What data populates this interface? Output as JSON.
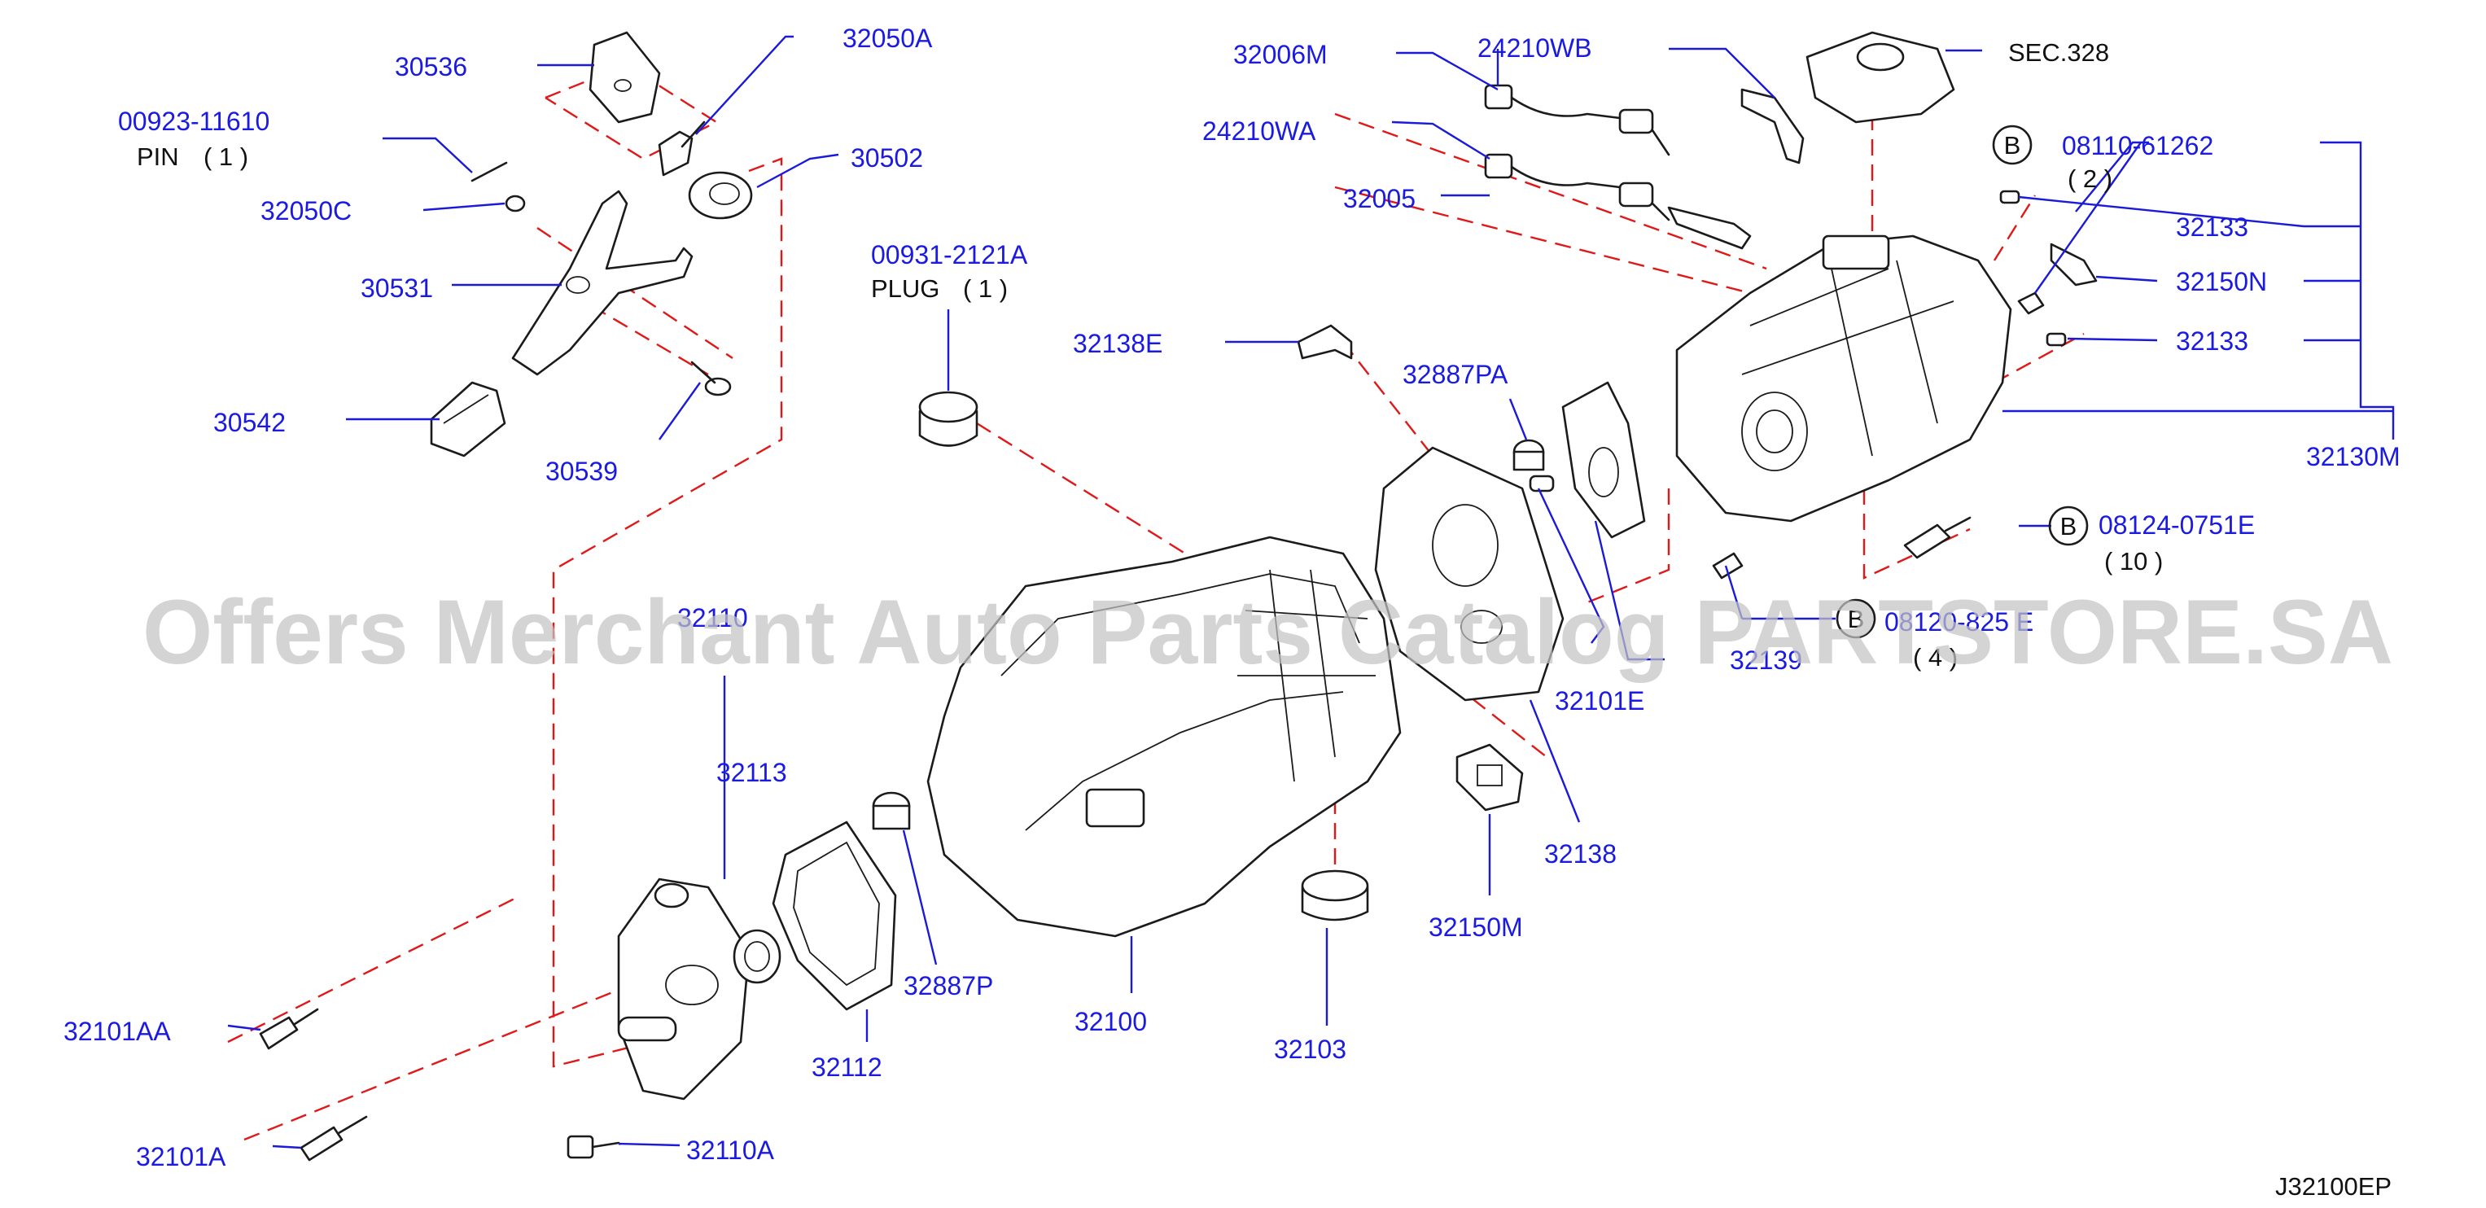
{
  "diagram_code": "J32100EP",
  "watermark": "Offers Merchant Auto Parts Catalog PARTSTORE.SA",
  "bolt_marker": "B",
  "parts": {
    "p30536": "30536",
    "p32050A": "32050A",
    "p00923_11610": "00923-11610",
    "pin_label": "PIN",
    "pin_qty": "( 1 )",
    "p32050C": "32050C",
    "p30502": "30502",
    "p30531": "30531",
    "p30542": "30542",
    "p30539": "30539",
    "p00931_2121A": "00931-2121A",
    "plug_label": "PLUG",
    "plug_qty": "( 1 )",
    "p32006M": "32006M",
    "p24210WB": "24210WB",
    "p24210WA": "24210WA",
    "p32005": "32005",
    "sec328": "SEC.328",
    "p08110_61262": "08110-61262",
    "q08110_61262": "( 2 )",
    "p32133a": "32133",
    "p32150N": "32150N",
    "p32133b": "32133",
    "p32130M": "32130M",
    "p32138E": "32138E",
    "p32887PA": "32887PA",
    "p08124_0751E": "08124-0751E",
    "q08124_0751E": "( 10 )",
    "p081x0_825E": "08120-825 E",
    "q081x0_825E": "( 4 )",
    "p32139": "32139",
    "p32101E": "32101E",
    "p32110": "32110",
    "p32113": "32113",
    "p32138": "32138",
    "p32150M": "32150M",
    "p32887P": "32887P",
    "p32100": "32100",
    "p32103": "32103",
    "p32101AA": "32101AA",
    "p32112": "32112",
    "p32101A": "32101A",
    "p32110A": "32110A"
  }
}
